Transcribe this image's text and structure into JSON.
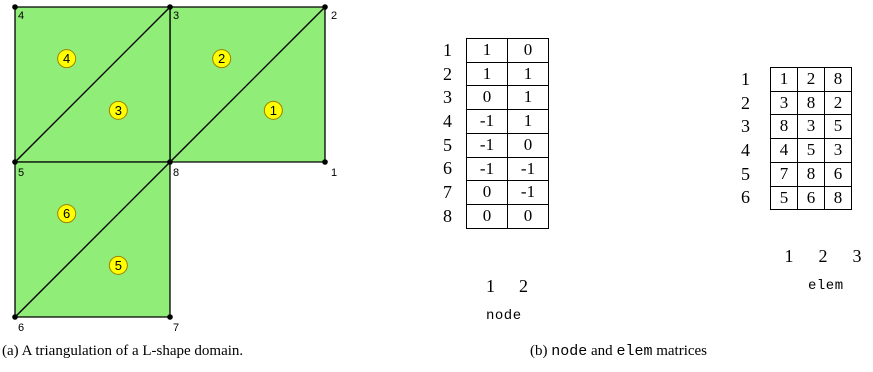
{
  "mesh": {
    "fill_color": "#90ee78",
    "label_color": "#ffff00",
    "nodes": [
      {
        "id": "1",
        "x": 1,
        "y": 0
      },
      {
        "id": "2",
        "x": 1,
        "y": 1
      },
      {
        "id": "3",
        "x": 0,
        "y": 1
      },
      {
        "id": "4",
        "x": -1,
        "y": 1
      },
      {
        "id": "5",
        "x": -1,
        "y": 0
      },
      {
        "id": "6",
        "x": -1,
        "y": -1
      },
      {
        "id": "7",
        "x": 0,
        "y": -1
      },
      {
        "id": "8",
        "x": 0,
        "y": 0
      }
    ],
    "elements": [
      {
        "id": "1",
        "vertices": [
          1,
          2,
          8
        ]
      },
      {
        "id": "2",
        "vertices": [
          3,
          8,
          2
        ]
      },
      {
        "id": "3",
        "vertices": [
          8,
          3,
          5
        ]
      },
      {
        "id": "4",
        "vertices": [
          4,
          5,
          3
        ]
      },
      {
        "id": "5",
        "vertices": [
          7,
          8,
          6
        ]
      },
      {
        "id": "6",
        "vertices": [
          5,
          6,
          8
        ]
      }
    ]
  },
  "node_matrix": {
    "name": "node",
    "row_labels": [
      "1",
      "2",
      "3",
      "4",
      "5",
      "6",
      "7",
      "8"
    ],
    "col_labels": [
      "1",
      "2"
    ],
    "rows": [
      [
        "1",
        "0"
      ],
      [
        "1",
        "1"
      ],
      [
        "0",
        "1"
      ],
      [
        "-1",
        "1"
      ],
      [
        "-1",
        "0"
      ],
      [
        "-1",
        "-1"
      ],
      [
        "0",
        "-1"
      ],
      [
        "0",
        "0"
      ]
    ]
  },
  "elem_matrix": {
    "name": "elem",
    "row_labels": [
      "1",
      "2",
      "3",
      "4",
      "5",
      "6"
    ],
    "col_labels": [
      "1",
      "2",
      "3"
    ],
    "rows": [
      [
        "1",
        "2",
        "8"
      ],
      [
        "3",
        "8",
        "2"
      ],
      [
        "8",
        "3",
        "5"
      ],
      [
        "4",
        "5",
        "3"
      ],
      [
        "7",
        "8",
        "6"
      ],
      [
        "5",
        "6",
        "8"
      ]
    ]
  },
  "captions": {
    "a": "(a) A triangulation of a L-shape domain.",
    "b_prefix": "(b) ",
    "b_node": "node",
    "b_and": " and ",
    "b_elem": "elem",
    "b_suffix": " matrices"
  }
}
